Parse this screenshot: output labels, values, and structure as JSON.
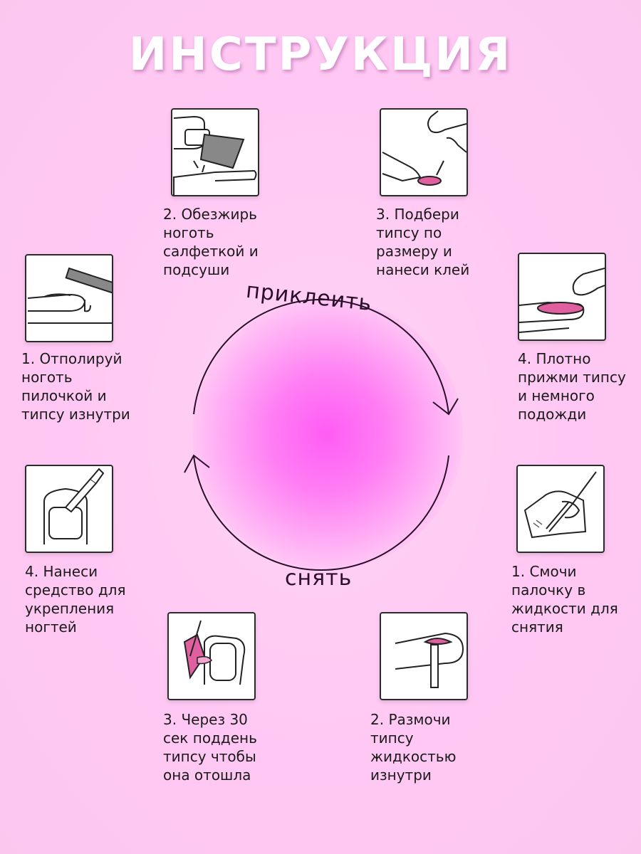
{
  "title": "ИНСТРУКЦИЯ",
  "cycle": {
    "top_label": "приклеить",
    "bottom_label": "снять"
  },
  "apply_steps": [
    {
      "text": "1. Отполируй\nноготь\nпилочкой и\nтипсу изнутри",
      "icon": "nail-file-icon"
    },
    {
      "text": "2. Обезжирь\nноготь\nсалфеткой и\nподсуши",
      "icon": "napkin-icon"
    },
    {
      "text": "3. Подбери\nтипсу по\nразмеру и\nнанеси клей",
      "icon": "glue-tip-icon"
    },
    {
      "text": "4. Плотно\nприжми типсу\nи немного\nподожди",
      "icon": "press-tip-icon"
    }
  ],
  "remove_steps": [
    {
      "text": "1. Смочи\nпалочку в\nжидкости для\nснятия",
      "icon": "stick-dip-icon"
    },
    {
      "text": "2. Размочи\nтипсу\nжидкостью\nизнутри",
      "icon": "soak-tip-icon"
    },
    {
      "text": "3. Через 30\nсек поддень\nтипсу чтобы\nона отошла",
      "icon": "lift-tip-icon"
    },
    {
      "text": "4. Нанеси\nсредство для\nукрепления\nногтей",
      "icon": "brush-nail-icon"
    }
  ],
  "colors": {
    "accent": "#e0609f",
    "background": "#ffc8f4",
    "title": "#ffffff"
  }
}
